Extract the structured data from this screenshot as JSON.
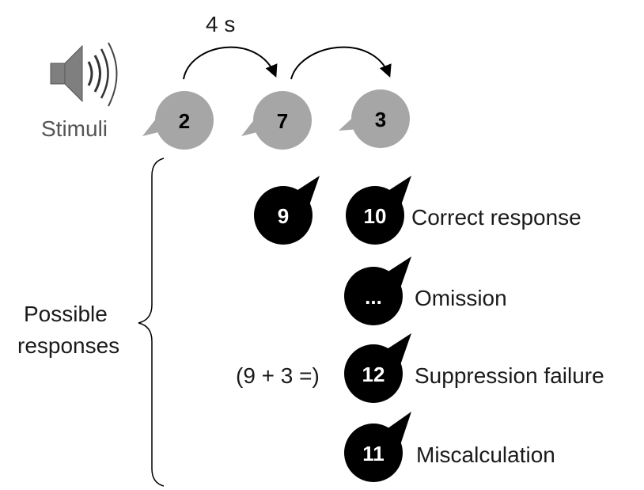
{
  "timing_label": "4 s",
  "stimuli_label": "Stimuli",
  "stimuli": [
    "2",
    "7",
    "3"
  ],
  "possible_responses_label": [
    "Possible",
    "responses"
  ],
  "responses": [
    {
      "bubbles": [
        "9",
        "10"
      ],
      "label": "Correct response",
      "prefix": ""
    },
    {
      "bubbles": [
        "..."
      ],
      "label": "Omission",
      "prefix": ""
    },
    {
      "bubbles": [
        "12"
      ],
      "label": "Suppression failure",
      "prefix": "(9 + 3 =)"
    },
    {
      "bubbles": [
        "11"
      ],
      "label": "Miscalculation",
      "prefix": ""
    }
  ],
  "colors": {
    "stimulus_bubble": "#a6a6a6",
    "response_bubble": "#000000",
    "speaker": "#808080"
  },
  "icons": [
    "speaker-icon"
  ]
}
